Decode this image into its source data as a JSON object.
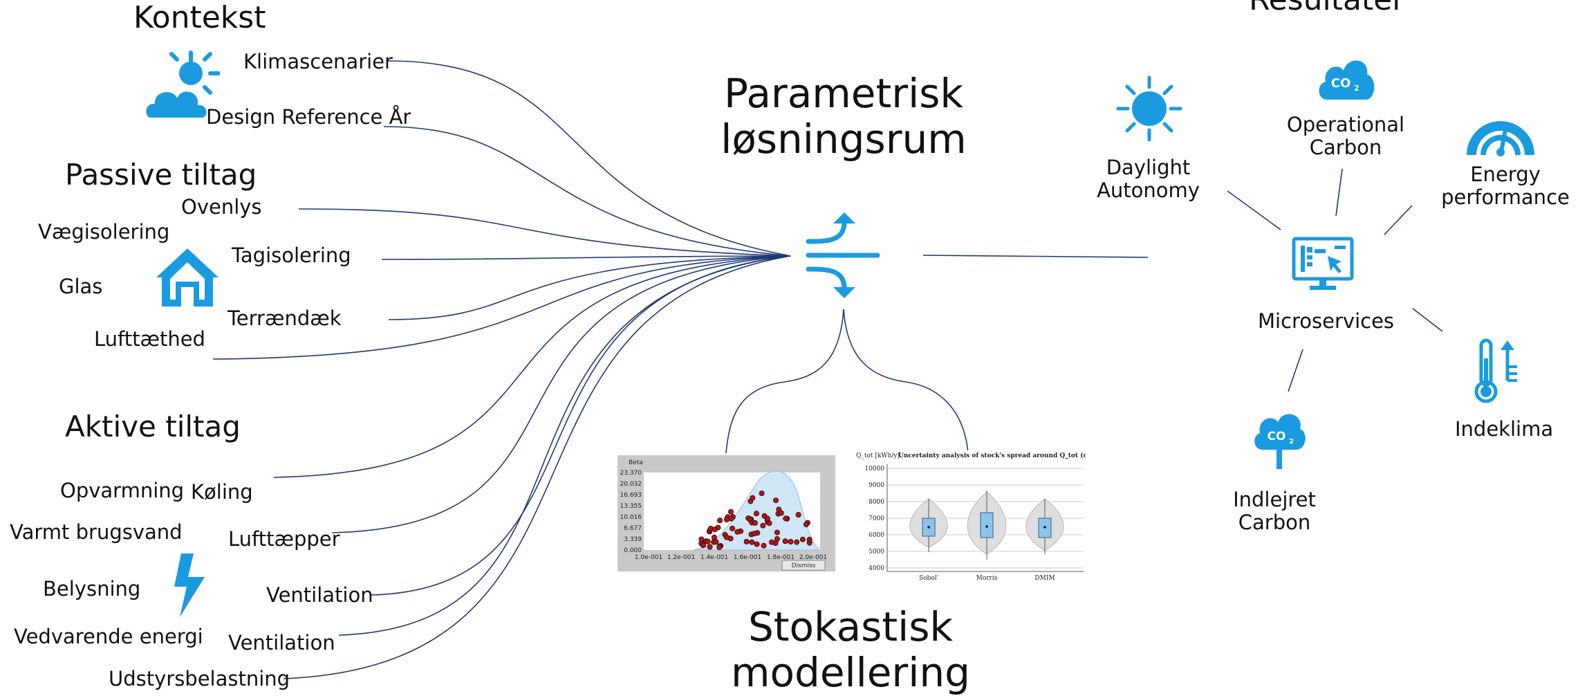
{
  "colors": {
    "accent": "#1a9bdf",
    "line": "#1f3a74"
  },
  "center": {
    "title_line1": "Parametrisk",
    "title_line2": "løsningsrum",
    "icon": "flow-arrows-icon"
  },
  "stochastic": {
    "title_line1": "Stokastisk",
    "title_line2": "modellering"
  },
  "kontekst": {
    "title": "Kontekst",
    "icon": "sun-cloud-icon",
    "items": [
      "Klimascenarier",
      "Design Reference År"
    ]
  },
  "passive": {
    "title": "Passive tiltag",
    "icon": "house-icon",
    "items": [
      "Ovenlys",
      "Vægisolering",
      "Tagisolering",
      "Glas",
      "Terrændæk",
      "Lufttæthed"
    ]
  },
  "aktive": {
    "title": "Aktive tiltag",
    "icon": "lightning-icon",
    "items": [
      "Opvarmning",
      "Køling",
      "Varmt brugsvand",
      "Lufttæpper",
      "Belysning",
      "Ventilation",
      "Vedvarende energi",
      "Ventilation",
      "Udstyrsbelastning"
    ]
  },
  "results": {
    "title": "Resultater",
    "hub": "Microservices",
    "hub_icon": "monitor-dashboard-icon",
    "daylight": {
      "line1": "Daylight",
      "line2": "Autonomy",
      "icon": "sun-icon"
    },
    "operational": {
      "line1": "Operational",
      "line2": "Carbon",
      "icon": "co2-cloud-icon"
    },
    "energy": {
      "line1": "Energy",
      "line2": "performance",
      "icon": "gauge-icon"
    },
    "indeklima": {
      "label": "Indeklima",
      "icon": "thermometer-icon"
    },
    "embodied": {
      "line1": "Indlejret",
      "line2": "Carbon",
      "icon": "co2-tree-icon"
    }
  },
  "co2": {
    "text": "CO",
    "sub": "2"
  },
  "beta_plot": {
    "title": "Beta",
    "y_ticks": [
      "23.370",
      "20.032",
      "16.693",
      "13.355",
      "10.016",
      "6.677",
      "3.339",
      "0.000"
    ],
    "x_ticks": [
      "1.0e-001",
      "1.2e-001",
      "1.4e-001",
      "1.6e-001",
      "1.8e-001",
      "2.0e-001"
    ],
    "button": "Dismiss"
  },
  "box_plot": {
    "ylabel": "Q_tot [kWh/y]",
    "title": "Uncertainty analysis of stock's spread around Q_tot (σ stock)",
    "y_ticks": [
      "10000",
      "9000",
      "8000",
      "7000",
      "6000",
      "5000",
      "4000"
    ],
    "categories": [
      "Sobol'",
      "Morris",
      "DMIM"
    ]
  }
}
